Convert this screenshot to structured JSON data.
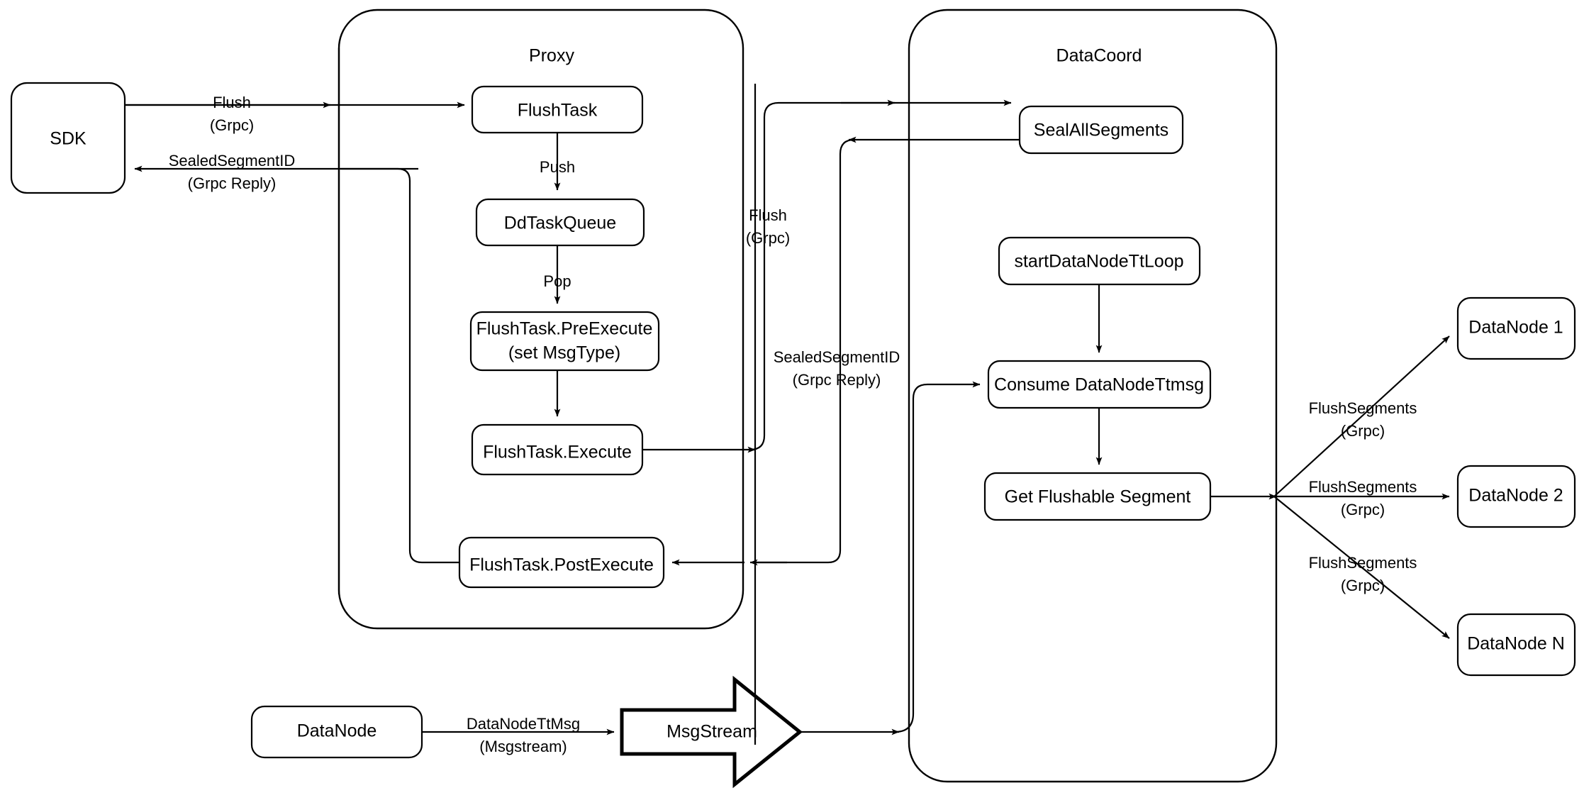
{
  "diagram": {
    "title": "Milvus Flush Sequence Flow",
    "stroke_color": "#000000",
    "fill_color": "#ffffff",
    "containers": [
      {
        "id": "proxy",
        "label": "Proxy"
      },
      {
        "id": "datacoord",
        "label": "DataCoord"
      }
    ],
    "nodes": [
      {
        "id": "sdk",
        "label": "SDK"
      },
      {
        "id": "flushtask",
        "label": "FlushTask"
      },
      {
        "id": "ddtaskqueue",
        "label": "DdTaskQueue"
      },
      {
        "id": "preexecute_line1",
        "label": "FlushTask.PreExecute"
      },
      {
        "id": "preexecute_line2",
        "label": "(set MsgType)"
      },
      {
        "id": "execute",
        "label": "FlushTask.Execute"
      },
      {
        "id": "postexecute",
        "label": "FlushTask.PostExecute"
      },
      {
        "id": "sealallsegments",
        "label": "SealAllSegments"
      },
      {
        "id": "startdatanodettloop",
        "label": "startDataNodeTtLoop"
      },
      {
        "id": "consumedatanodettmsg",
        "label": "Consume DataNodeTtmsg"
      },
      {
        "id": "getflushablesegment",
        "label": "Get Flushable Segment"
      },
      {
        "id": "datanode1",
        "label": "DataNode 1"
      },
      {
        "id": "datanode2",
        "label": "DataNode 2"
      },
      {
        "id": "datanoden",
        "label": "DataNode N"
      },
      {
        "id": "datanode_bottom",
        "label": "DataNode"
      },
      {
        "id": "msgstream",
        "label": "MsgStream"
      }
    ],
    "edge_labels": [
      {
        "id": "sdk_flush_l1",
        "label": "Flush"
      },
      {
        "id": "sdk_flush_l2",
        "label": "(Grpc)"
      },
      {
        "id": "sdk_reply_l1",
        "label": "SealedSegmentID"
      },
      {
        "id": "sdk_reply_l2",
        "label": "(Grpc Reply)"
      },
      {
        "id": "push",
        "label": "Push"
      },
      {
        "id": "pop",
        "label": "Pop"
      },
      {
        "id": "proxy_flush_l1",
        "label": "Flush"
      },
      {
        "id": "proxy_flush_l2",
        "label": "(Grpc)"
      },
      {
        "id": "proxy_reply_l1",
        "label": "SealedSegmentID"
      },
      {
        "id": "proxy_reply_l2",
        "label": "(Grpc Reply)"
      },
      {
        "id": "fs1_l1",
        "label": "FlushSegments"
      },
      {
        "id": "fs1_l2",
        "label": "(Grpc)"
      },
      {
        "id": "fs2_l1",
        "label": "FlushSegments"
      },
      {
        "id": "fs2_l2",
        "label": "(Grpc)"
      },
      {
        "id": "fs3_l1",
        "label": "FlushSegments"
      },
      {
        "id": "fs3_l2",
        "label": "(Grpc)"
      },
      {
        "id": "dnttmsg_l1",
        "label": "DataNodeTtMsg"
      },
      {
        "id": "dnttmsg_l2",
        "label": "(Msgstream)"
      }
    ]
  }
}
